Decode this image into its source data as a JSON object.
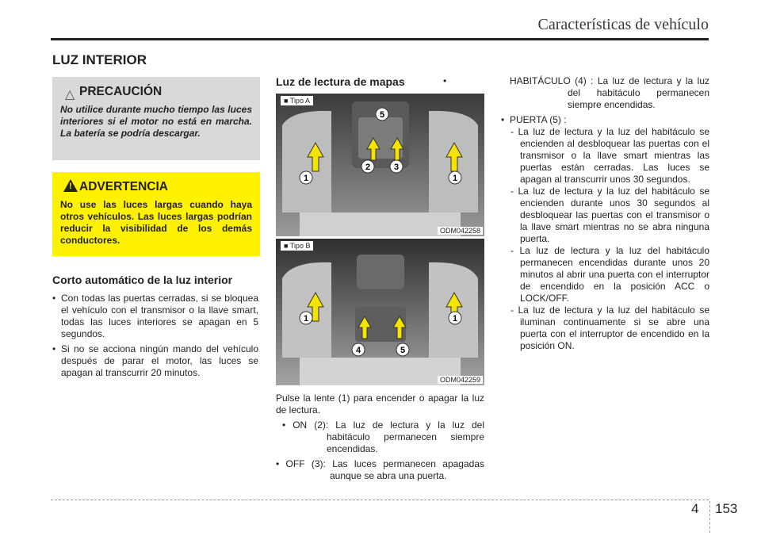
{
  "header": {
    "section_title": "Características de vehículo"
  },
  "section": {
    "title": "LUZ INTERIOR"
  },
  "caution": {
    "title": "PRECAUCIÓN",
    "text": "No utilice durante mucho tiempo las luces interiores si el motor no está en marcha. La batería se podría descargar."
  },
  "warning": {
    "title": "ADVERTENCIA",
    "text": "No use las luces largas cuando haya otros vehículos. Las luces largas podrían reducir la visibilidad de los demás conductores."
  },
  "auto_off": {
    "heading": "Corto automático de la luz interior",
    "bullets": [
      "Con todas las puertas cerradas, si se bloquea el vehículo con el transmisor o la llave smart, todas las luces interiores se apagan en 5 segundos.",
      "Si no se acciona ningún mando del vehículo después de parar el motor, las luces se apagan al transcurrir 20 minutos."
    ]
  },
  "map_light": {
    "heading": "Luz de lectura de mapas",
    "figure_a": {
      "label": "■ Tipo A",
      "ref": "ODM042258",
      "callouts": [
        "1",
        "1",
        "2",
        "3",
        "5"
      ]
    },
    "figure_b": {
      "label": "■ Tipo B",
      "ref": "ODM042259",
      "callouts": [
        "1",
        "1",
        "4",
        "5"
      ]
    },
    "intro": "Pulse la lente (1) para encender o apagar la luz de lectura.",
    "items": [
      "• ON (2): La luz de lectura y la luz del habitáculo permanecen siempre encendidas.",
      "• OFF (3): Las luces permanecen apagadas aunque se abra una puerta."
    ]
  },
  "right_col": {
    "habitaculo": "HABITÁCULO (4) : La luz de lectura y la luz del habitáculo permanecen siempre encendidas.",
    "puerta_title": "PUERTA (5) :",
    "puerta_items": [
      "- La luz de lectura y la luz del habitáculo se encienden al desbloquear las puertas con el transmisor o la llave smart mientras las puertas están cerradas. Las luces se apagan al transcurrir unos 30 segundos.",
      "- La luz de lectura y la luz del habitáculo se encienden durante unos 30 segundos al desbloquear las puertas con el transmisor o la llave smart mientras no se abra ninguna puerta.",
      "- La luz de lectura y la luz del habitáculo permanecen encendidas durante unos 20 minutos al abrir una puerta con el interruptor de encendido en la posición ACC o LOCK/OFF.",
      "- La luz de lectura y la luz del habitáculo se iluminan continuamente si se abre una puerta con el interruptor de encendido en la posición ON."
    ]
  },
  "footer": {
    "chapter": "4",
    "page": "153"
  }
}
